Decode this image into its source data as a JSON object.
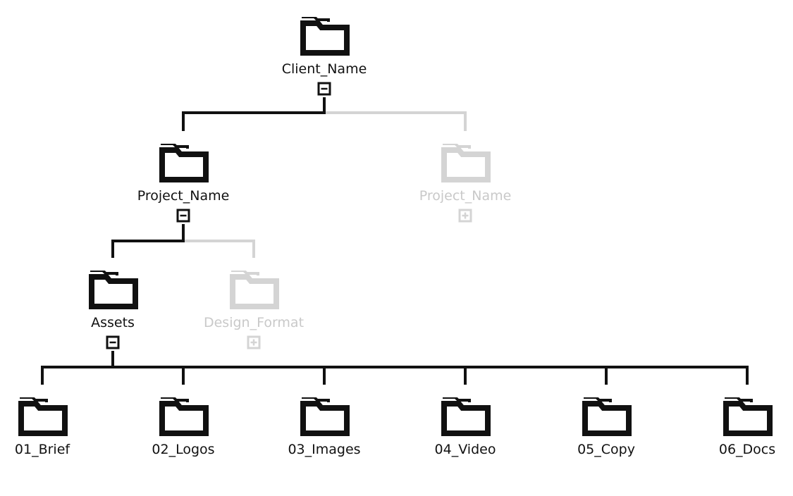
{
  "colors": {
    "active": "#111111",
    "dim": "#d4d4d4"
  },
  "nodes": {
    "client": {
      "label": "Client_Name",
      "toggle": "collapse",
      "active": true
    },
    "project_a": {
      "label": "Project_Name",
      "toggle": "collapse",
      "active": true
    },
    "project_b": {
      "label": "Project_Name",
      "toggle": "expand",
      "active": false
    },
    "assets": {
      "label": "Assets",
      "toggle": "collapse",
      "active": true
    },
    "design_format": {
      "label": "Design_Format",
      "toggle": "expand",
      "active": false
    },
    "brief": {
      "label": "01_Brief",
      "toggle": "none",
      "active": true
    },
    "logos": {
      "label": "02_Logos",
      "toggle": "none",
      "active": true
    },
    "images": {
      "label": "03_Images",
      "toggle": "none",
      "active": true
    },
    "video": {
      "label": "04_Video",
      "toggle": "none",
      "active": true
    },
    "copy": {
      "label": "05_Copy",
      "toggle": "none",
      "active": true
    },
    "docs": {
      "label": "06_Docs",
      "toggle": "none",
      "active": true
    }
  }
}
